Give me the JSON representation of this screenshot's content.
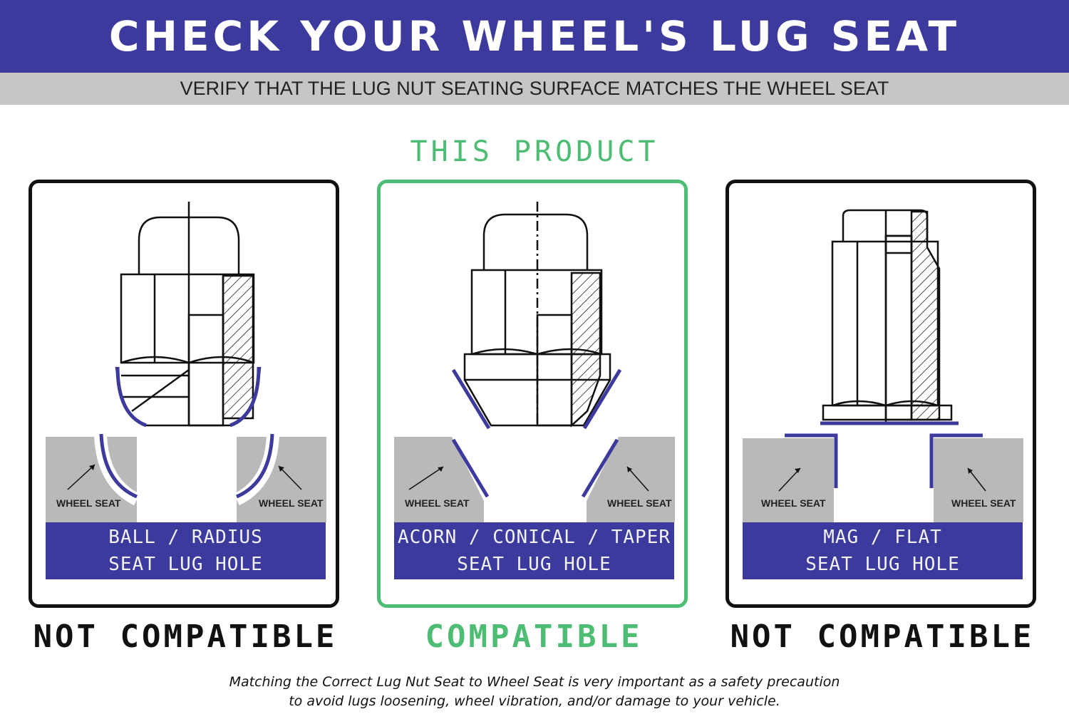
{
  "header": {
    "title": "CHECK YOUR WHEEL'S LUG SEAT",
    "subtitle": "VERIFY THAT THE LUG NUT SEATING SURFACE MATCHES THE WHEEL SEAT"
  },
  "product_tag": "THIS PRODUCT",
  "colors": {
    "brand_blue": "#3d3a9d",
    "compatible_green": "#4dbd74",
    "seat_gray": "#b9b9b9"
  },
  "panels": [
    {
      "seat_type": "ball",
      "wheel_seat_left": "WHEEL SEAT",
      "wheel_seat_right": "WHEEL SEAT",
      "box_line1": "BALL / RADIUS",
      "box_line2": "SEAT LUG HOLE",
      "verdict": "NOT COMPATIBLE"
    },
    {
      "seat_type": "conical",
      "wheel_seat_left": "WHEEL SEAT",
      "wheel_seat_right": "WHEEL SEAT",
      "box_line1": "ACORN / CONICAL / TAPER",
      "box_line2": "SEAT LUG HOLE",
      "verdict": "COMPATIBLE"
    },
    {
      "seat_type": "flat",
      "wheel_seat_left": "WHEEL SEAT",
      "wheel_seat_right": "WHEEL SEAT",
      "box_line1": "MAG / FLAT",
      "box_line2": "SEAT LUG HOLE",
      "verdict": "NOT COMPATIBLE"
    }
  ],
  "footnote": {
    "line1": "Matching the Correct Lug Nut Seat to Wheel Seat is very important as a safety precaution",
    "line2": "to avoid lugs loosening, wheel vibration, and/or damage to your vehicle."
  }
}
